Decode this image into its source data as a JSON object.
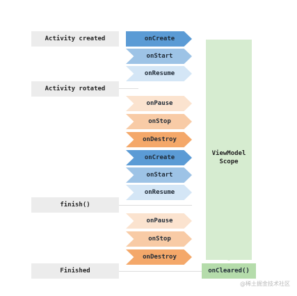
{
  "states": [
    "Activity created",
    "Activity rotated",
    "finish()",
    "Finished"
  ],
  "callbacks": [
    {
      "label": "onCreate",
      "color": "#5b9bd5"
    },
    {
      "label": "onStart",
      "color": "#9dc3e6"
    },
    {
      "label": "onResume",
      "color": "#d4e6f6"
    },
    {
      "label": "onPause",
      "color": "#fbe3cf"
    },
    {
      "label": "onStop",
      "color": "#f8cba6"
    },
    {
      "label": "onDestroy",
      "color": "#f4a86a"
    },
    {
      "label": "onCreate",
      "color": "#5b9bd5"
    },
    {
      "label": "onStart",
      "color": "#9dc3e6"
    },
    {
      "label": "onResume",
      "color": "#d4e6f6"
    },
    {
      "label": "onPause",
      "color": "#fbe3cf"
    },
    {
      "label": "onStop",
      "color": "#f8cba6"
    },
    {
      "label": "onDestroy",
      "color": "#f4a86a"
    }
  ],
  "scope": {
    "label": "ViewModel\nScope",
    "color": "#d6ecd0",
    "cleared_label": "onCleared()",
    "cleared_color": "#b5dcab"
  },
  "watermark": "@稀土掘金技术社区"
}
